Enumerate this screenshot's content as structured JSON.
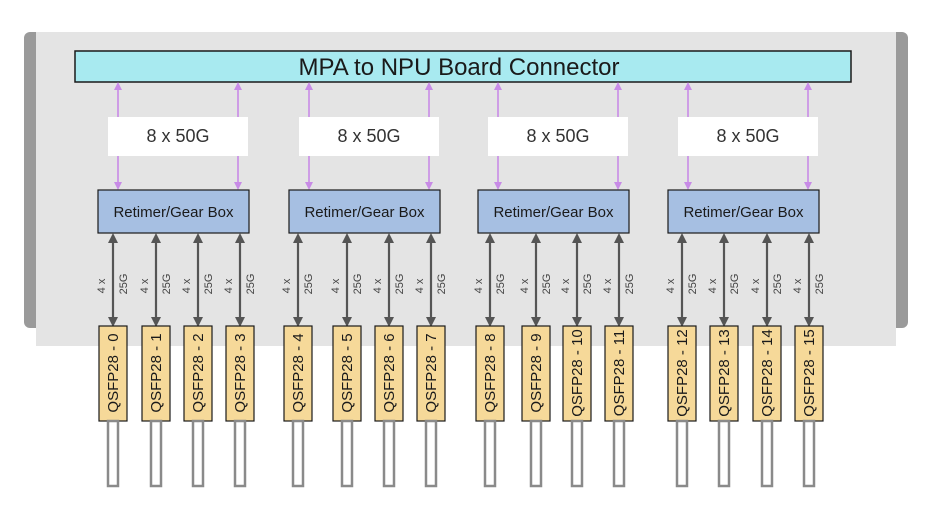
{
  "connector": {
    "label": "MPA to NPU Board Connector"
  },
  "groups": [
    {
      "bandwidth": "8 x 50G",
      "retimer": "Retimer/Gear Box",
      "lanes": [
        {
          "count": "4 x",
          "speed": "25G"
        },
        {
          "count": "4 x",
          "speed": "25G"
        },
        {
          "count": "4 x",
          "speed": "25G"
        },
        {
          "count": "4 x",
          "speed": "25G"
        }
      ],
      "ports": [
        "QSFP28 - 0",
        "QSFP28 - 1",
        "QSFP28 - 2",
        "QSFP28 - 3"
      ]
    },
    {
      "bandwidth": "8 x 50G",
      "retimer": "Retimer/Gear Box",
      "lanes": [
        {
          "count": "4 x",
          "speed": "25G"
        },
        {
          "count": "4 x",
          "speed": "25G"
        },
        {
          "count": "4 x",
          "speed": "25G"
        },
        {
          "count": "4 x",
          "speed": "25G"
        }
      ],
      "ports": [
        "QSFP28 - 4",
        "QSFP28 - 5",
        "QSFP28 - 6",
        "QSFP28 - 7"
      ]
    },
    {
      "bandwidth": "8 x 50G",
      "retimer": "Retimer/Gear Box",
      "lanes": [
        {
          "count": "4 x",
          "speed": "25G"
        },
        {
          "count": "4 x",
          "speed": "25G"
        },
        {
          "count": "4 x",
          "speed": "25G"
        },
        {
          "count": "4 x",
          "speed": "25G"
        }
      ],
      "ports": [
        "QSFP28 - 8",
        "QSFP28 - 9",
        "QSFP28 - 10",
        "QSFP28 - 11"
      ]
    },
    {
      "bandwidth": "8 x 50G",
      "retimer": "Retimer/Gear Box",
      "lanes": [
        {
          "count": "4 x",
          "speed": "25G"
        },
        {
          "count": "4 x",
          "speed": "25G"
        },
        {
          "count": "4 x",
          "speed": "25G"
        },
        {
          "count": "4 x",
          "speed": "25G"
        }
      ],
      "ports": [
        "QSFP28 - 12",
        "QSFP28 - 13",
        "QSFP28 - 14",
        "QSFP28 - 15"
      ]
    }
  ],
  "colors": {
    "connector_fill": "#a8eaf0",
    "retimer_fill": "#a6bfe2",
    "port_fill": "#f6d999",
    "board_fill": "#e4e4e4",
    "board_shadow": "#9a9a9a",
    "purple_arrow": "#c88be6",
    "gray_arrow": "#555555"
  }
}
